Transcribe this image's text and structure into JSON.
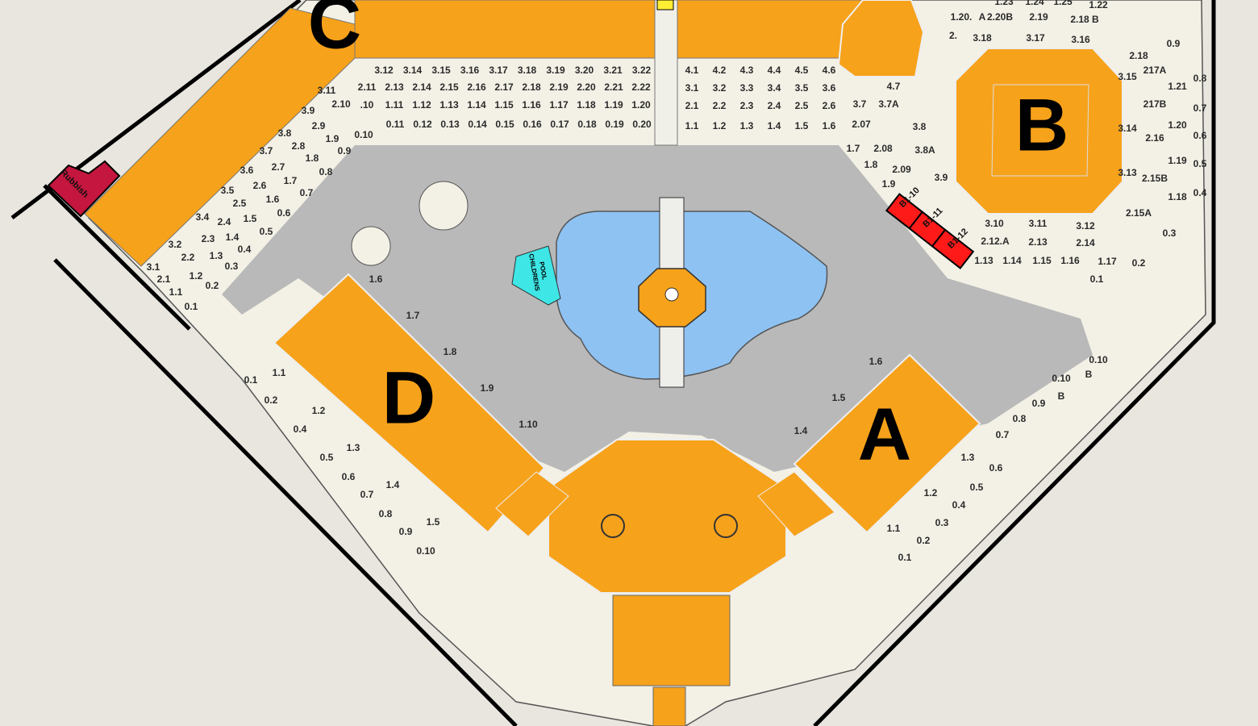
{
  "map": {
    "buildings": {
      "a": "A",
      "b": "B",
      "c": "C",
      "d": "D"
    },
    "childrens_pool": [
      "CHILDRENS",
      "POOL"
    ],
    "rubbish": "Rubbish",
    "highlighted_units": [
      "B1-10",
      "B1-11",
      "B1-12"
    ],
    "colors": {
      "building": "#f7a21b",
      "courtyard": "#b9b9b9",
      "pool": "#8ec2f2",
      "childrens_pool": "#3ee6e6",
      "highlight": "#ff1a1a",
      "rubbish": "#c4163e",
      "ground": "#f3f1e6"
    },
    "units": {
      "c_row3": [
        "3.12",
        "3.14",
        "3.15",
        "3.16",
        "3.17",
        "3.18",
        "3.19",
        "3.20",
        "3.21",
        "3.22"
      ],
      "c_row2": [
        "2.11",
        "2.13",
        "2.14",
        "2.15",
        "2.16",
        "2.17",
        "2.18",
        "2.19",
        "2.20",
        "2.21",
        "2.22"
      ],
      "c_row1": [
        ".10",
        "1.11",
        "1.12",
        "1.13",
        "1.14",
        "1.15",
        "1.16",
        "1.17",
        "1.18",
        "1.19",
        "1.20"
      ],
      "c_row0": [
        "0.11",
        "0.12",
        "0.13",
        "0.14",
        "0.15",
        "0.16",
        "0.17",
        "0.18",
        "0.19",
        "0.20"
      ],
      "e_row4": [
        "4.1",
        "4.2",
        "4.3",
        "4.4",
        "4.5",
        "4.6"
      ],
      "e_row3": [
        "3.1",
        "3.2",
        "3.3",
        "3.4",
        "3.5",
        "3.6"
      ],
      "e_row2": [
        "2.1",
        "2.2",
        "2.3",
        "2.4",
        "2.5",
        "2.6"
      ],
      "e_row1": [
        "1.1",
        "1.2",
        "1.3",
        "1.4",
        "1.5",
        "1.6"
      ],
      "c_diag": [
        "3.1",
        "3.2",
        "3.4",
        "3.5",
        "3.6",
        "3.7",
        "3.8",
        "3.9",
        "3.11",
        "2.1",
        "2.2",
        "2.3",
        "2.4",
        "2.5",
        "2.6",
        "2.7",
        "2.8",
        "2.9",
        "2.10",
        "1.1",
        "1.2",
        "1.3",
        "1.4",
        "1.5",
        "1.6",
        "1.7",
        "1.8",
        "1.9",
        "0.1",
        "0.2",
        "0.3",
        "0.4",
        "0.5",
        "0.6",
        "0.7",
        "0.8",
        "0.9",
        "0.10"
      ],
      "b_block": [
        "1.23",
        "1.24",
        "1.25",
        "1.22",
        "1.20.",
        "A",
        "2.20B",
        "2.19",
        "2.18 B",
        "2.",
        "3.18",
        "3.17",
        "3.16",
        "0.9",
        "2.18",
        "4.7",
        "3.7",
        "3.7A",
        "2.07",
        "3.8",
        "1.7",
        "2.08",
        "3.8A",
        "1.8",
        "2.09",
        "1.9",
        "3.9",
        "3.10",
        "3.11",
        "3.12",
        "2.12.A",
        "2.13",
        "2.14",
        "1.13",
        "1.14",
        "1.15",
        "1.16",
        "1.17",
        "0.2",
        "0.1",
        "0.3",
        "0.4",
        "0.5",
        "0.6",
        "0.7",
        "0.8",
        "3.15",
        "217A",
        "1.21",
        "217B",
        "3.14",
        "2.16",
        "1.20",
        "3.13",
        "2.15B",
        "1.19",
        "1.18",
        "2.15A"
      ],
      "d_block": [
        "1.6",
        "1.7",
        "1.8",
        "1.9",
        "1.10",
        "0.1",
        "1.1",
        "0.2",
        "1.2",
        "0.4",
        "0.5",
        "1.3",
        "0.6",
        "0.7",
        "1.4",
        "0.8",
        "0.9",
        "1.5",
        "0.10"
      ],
      "a_block": [
        "1.6",
        "1.5",
        "1.4",
        "1.3",
        "0.6",
        "1.2",
        "0.5",
        "0.4",
        "1.1",
        "0.3",
        "0.2",
        "0.1",
        "0.7",
        "0.8",
        "0.9",
        "0.10",
        "B",
        "0.10",
        "B"
      ]
    }
  }
}
